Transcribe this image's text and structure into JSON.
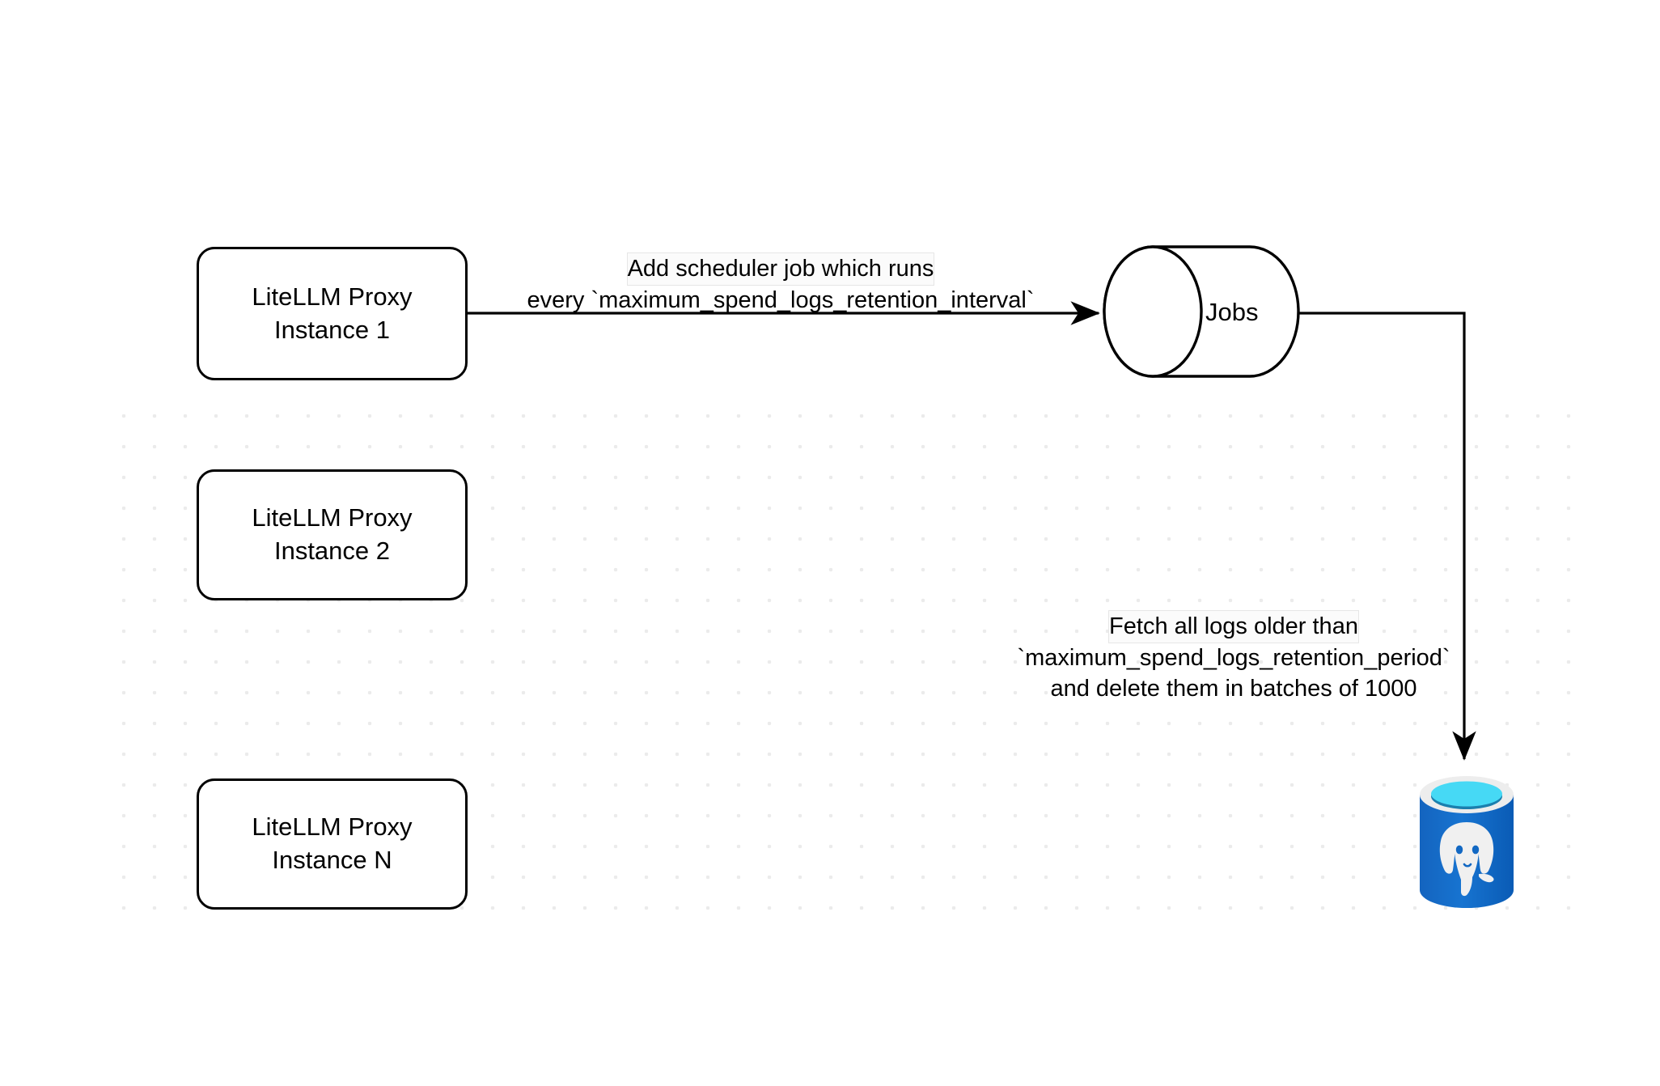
{
  "diagram": {
    "title": "LiteLLM spend logs retention scheduler flow",
    "background_color": "#ffffff",
    "grid_dot_color": "#ebebeb",
    "stroke_color": "#000000"
  },
  "nodes": [
    {
      "id": "instance-1",
      "shape": "rounded-rect",
      "line1": "LiteLLM Proxy",
      "line2": "Instance 1"
    },
    {
      "id": "instance-2",
      "shape": "rounded-rect",
      "line1": "LiteLLM Proxy",
      "line2": "Instance 2"
    },
    {
      "id": "instance-n",
      "shape": "rounded-rect",
      "line1": "LiteLLM Proxy",
      "line2": "Instance N"
    },
    {
      "id": "jobs",
      "shape": "cylinder-horizontal",
      "label": "Jobs"
    },
    {
      "id": "postgres",
      "shape": "database-icon",
      "icon": "postgresql-database-icon",
      "colors": {
        "body": "#1268c3",
        "body_dark": "#0a55a8",
        "rim": "#ededed",
        "top": "#46d9f5",
        "top_shadow": "#1b7fae",
        "elephant": "#f2f2f2"
      }
    }
  ],
  "edges": [
    {
      "id": "edge-instance1-to-jobs",
      "from": "instance-1",
      "to": "jobs",
      "label_lines": [
        "Add scheduler job which runs",
        "every `maximum_spend_logs_retention_interval`"
      ],
      "highlight_fragment": "Add scheduler"
    },
    {
      "id": "edge-jobs-to-postgres",
      "from": "jobs",
      "to": "postgres",
      "label_lines": [
        "Fetch all logs older than",
        "`maximum_spend_logs_retention_period`",
        "and delete them in batches of 1000"
      ],
      "highlight_fragment": "Fetch all logs older than"
    }
  ]
}
